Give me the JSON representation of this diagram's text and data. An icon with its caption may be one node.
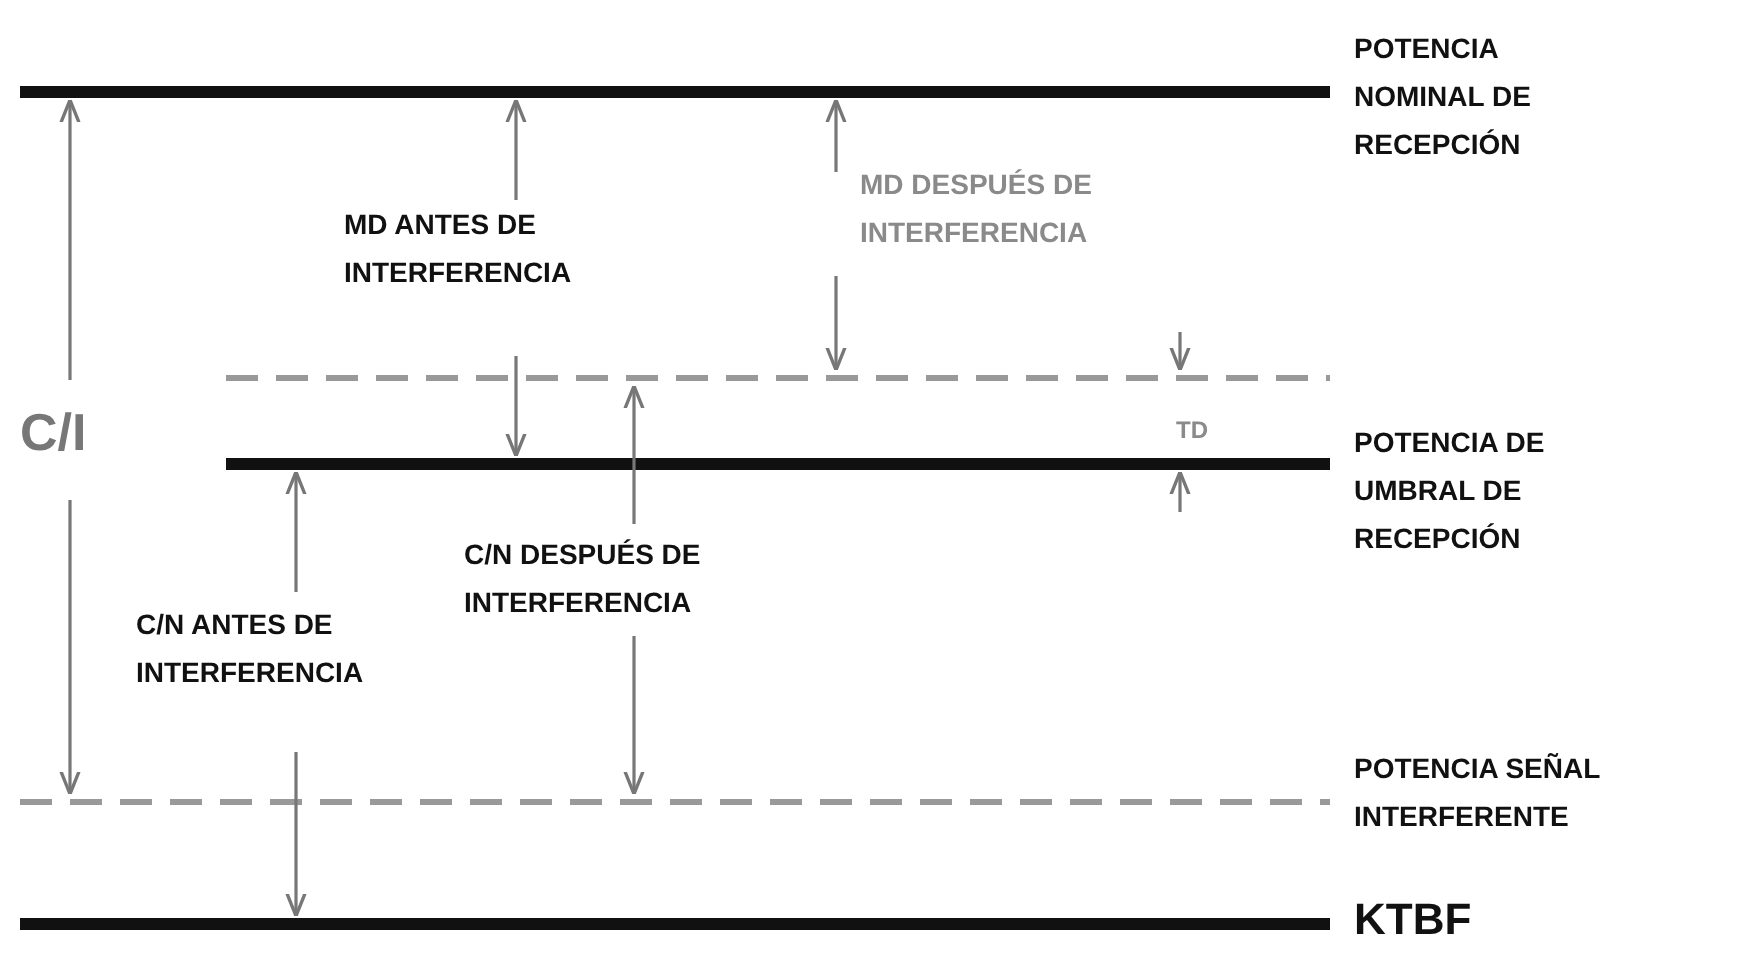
{
  "diagram": {
    "labels": [
      "POTENCIA NOMINAL DE RECEPCIÓN",
      "MD DESPUÉS DE INTERFERENCIA",
      "MD ANTES DE INTERFERENCIA",
      "C/I",
      "TD",
      "POTENCIA DE UMBRAL DE RECEPCIÓN",
      "C/N DESPUÉS DE INTERFERENCIA",
      "C/N ANTES DE INTERFERENCIA",
      "POTENCIA SEÑAL INTERFERENTE",
      "KTBF"
    ]
  }
}
